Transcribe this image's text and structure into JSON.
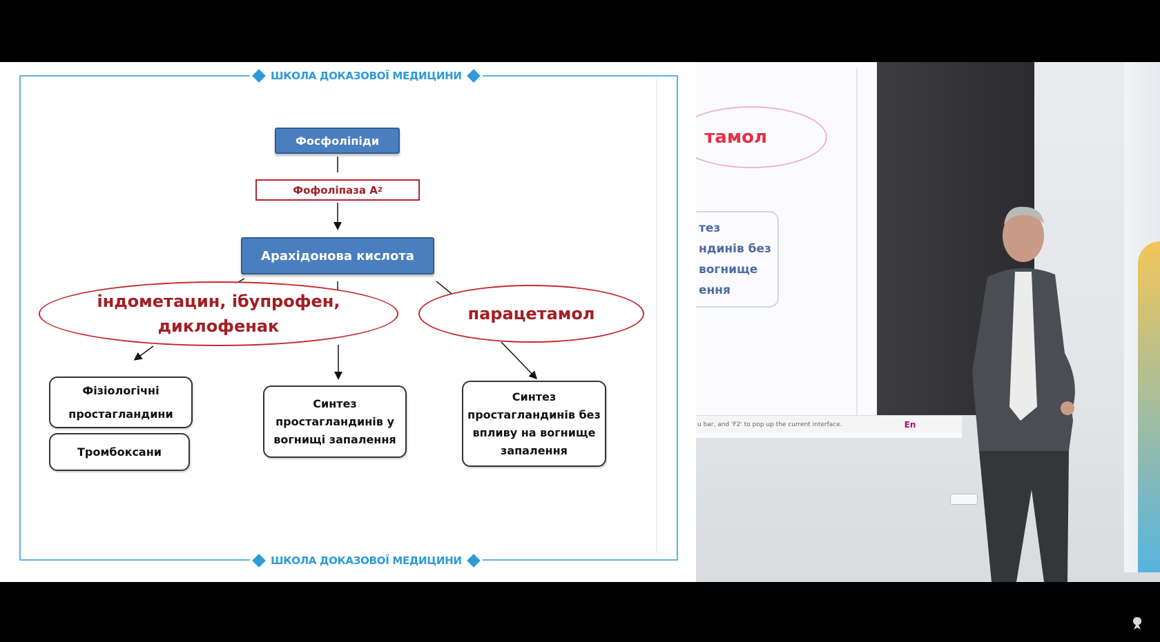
{
  "slide": {
    "header_text": "ШКОЛА ДОКАЗОВОЇ МЕДИЦИНИ",
    "footer_text": "ШКОЛА ДОКАЗОВОЇ МЕДИЦИНИ",
    "phospholipids": "Фосфоліпіди",
    "phospholipase_label": "Фофоліпаза А",
    "phospholipase_sub": "2",
    "arachidonic_acid": "Арахідонова кислота",
    "nsaids_line1": "індометацин, ібупрофен,",
    "nsaids_line2": "диклофенак",
    "paracetamol": "парацетамол",
    "physio_line1": "Фізіологічні",
    "physio_line2": "простагландини",
    "thromboxanes": "Тромбоксани",
    "synth_infl_line1": "Синтез",
    "synth_infl_line2": "простагландинів у",
    "synth_infl_line3": "вогнищі запалення",
    "synth_noinfl_line1": "Синтез",
    "synth_noinfl_line2": "простагландинів без",
    "synth_noinfl_line3": "впливу на вогнище",
    "synth_noinfl_line4": "запалення"
  },
  "camera": {
    "projected_ellipse_text": "тамол",
    "projected_box_lines": [
      "тез",
      "ндинів без",
      "вогнище",
      "ення"
    ],
    "projected_hint": "u bar, and 'F2' to pop up the current interface.",
    "projected_lang": "En"
  },
  "colors": {
    "accent_blue": "#2e9bd6",
    "box_blue": "#4a7fbf",
    "accent_red": "#a31e23"
  },
  "icons": {
    "banner_marker": "diamond-icon",
    "player_logo": "channel-logo-icon"
  }
}
